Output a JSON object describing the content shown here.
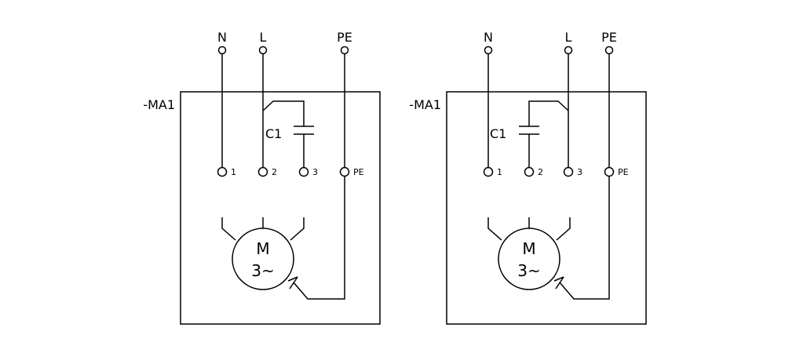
{
  "diagrams": [
    {
      "supply_labels": {
        "n": "N",
        "l": "L",
        "pe": "PE"
      },
      "device_label": "-MA1",
      "capacitor_label": "C1",
      "terminal_labels": {
        "t1": "1",
        "t2": "2",
        "t3": "3",
        "tpe": "PE"
      },
      "motor": {
        "symbol": "M",
        "phase": "3~"
      }
    },
    {
      "supply_labels": {
        "n": "N",
        "l": "L",
        "pe": "PE"
      },
      "device_label": "-MA1",
      "capacitor_label": "C1",
      "terminal_labels": {
        "t1": "1",
        "t2": "2",
        "t3": "3",
        "tpe": "PE"
      },
      "motor": {
        "symbol": "M",
        "phase": "3~"
      }
    }
  ]
}
